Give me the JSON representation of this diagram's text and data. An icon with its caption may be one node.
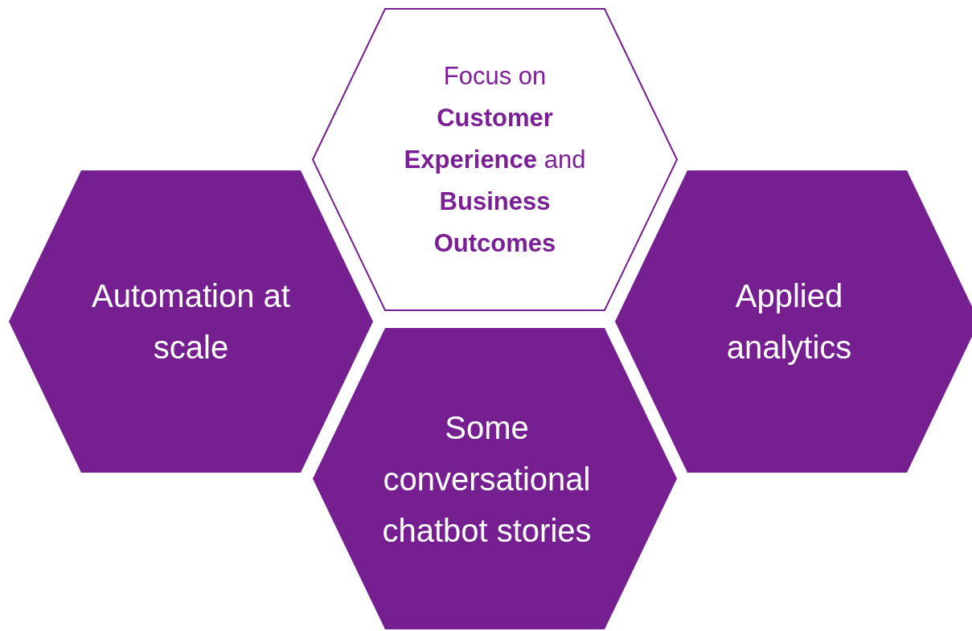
{
  "diagram": {
    "nodes": [
      {
        "text": [
          "Focus on **Customer Experience** and **Business Outcomes**"
        ]
      },
      {
        "text": [
          "Automation at scale"
        ]
      },
      {
        "text": [
          "Applied analytics"
        ]
      },
      {
        "text": [
          "Some conversational chatbot stories"
        ]
      }
    ]
  }
}
